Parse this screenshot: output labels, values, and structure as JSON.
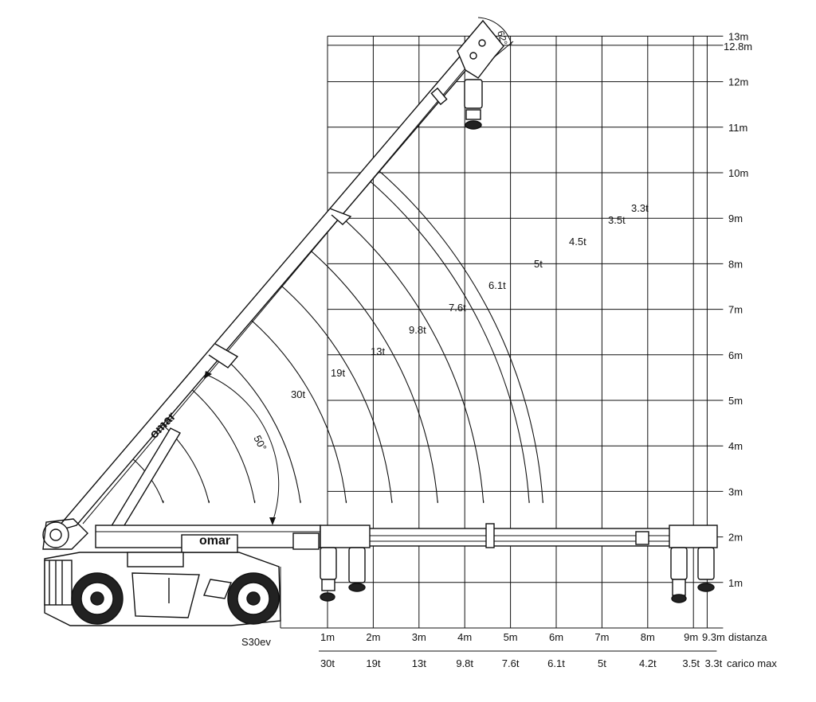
{
  "model": "S30ev",
  "brand": "omar",
  "boom_angle_label": "50°",
  "tip_angle_label": "62°",
  "height_labels": [
    "13m",
    "12.8m",
    "12m",
    "11m",
    "10m",
    "9m",
    "8m",
    "7m",
    "6m",
    "5m",
    "4m",
    "3m",
    "2m",
    "1m"
  ],
  "distance_labels": [
    "1m",
    "2m",
    "3m",
    "4m",
    "5m",
    "6m",
    "7m",
    "8m",
    "9m",
    "9.3m"
  ],
  "distance_axis_label": "distanza",
  "load_labels": [
    "30t",
    "19t",
    "13t",
    "9.8t",
    "7.6t",
    "6.1t",
    "5t",
    "4.2t",
    "3.5t",
    "3.3t"
  ],
  "load_axis_label": "carico max",
  "arc_labels": [
    "30t",
    "19t",
    "13t",
    "9.8t",
    "7.6t",
    "6.1t",
    "5t",
    "4.5t",
    "3.5t",
    "3.3t"
  ],
  "chart_data": {
    "type": "load-chart",
    "x_unit": "m",
    "y_unit": "m",
    "xlim": [
      0,
      9.3
    ],
    "ylim": [
      0,
      13
    ],
    "distance_m": [
      1,
      2,
      3,
      4,
      5,
      6,
      7,
      8,
      9,
      9.3
    ],
    "carico_max_t": [
      30,
      19,
      13,
      9.8,
      7.6,
      6.1,
      5,
      4.2,
      3.5,
      3.3
    ],
    "height_ticks_m": [
      1,
      2,
      3,
      4,
      5,
      6,
      7,
      8,
      9,
      10,
      11,
      12,
      12.8,
      13
    ],
    "arcs": [
      {
        "label": "30t",
        "radius_m": 2.35
      },
      {
        "label": "19t",
        "radius_m": 3.35
      },
      {
        "label": "13t",
        "radius_m": 4.35
      },
      {
        "label": "9.8t",
        "radius_m": 5.35
      },
      {
        "label": "7.6t",
        "radius_m": 6.35
      },
      {
        "label": "6.1t",
        "radius_m": 7.35
      },
      {
        "label": "5t",
        "radius_m": 8.35
      },
      {
        "label": "4.5t",
        "radius_m": 9.35
      },
      {
        "label": "3.5t",
        "radius_m": 10.35
      },
      {
        "label": "3.3t",
        "radius_m": 10.65
      }
    ]
  }
}
